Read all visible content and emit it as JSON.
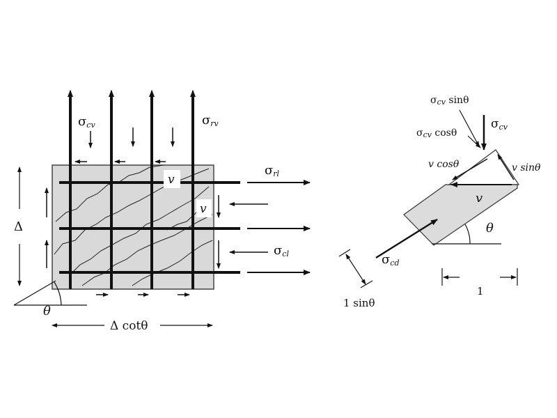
{
  "left_element": {
    "sigma_cv": {
      "main": "σ",
      "sub": "cv"
    },
    "sigma_rv": {
      "main": "σ",
      "sub": "rv"
    },
    "sigma_rl": {
      "main": "σ",
      "sub": "rl"
    },
    "sigma_cl": {
      "main": "σ",
      "sub": "cl"
    },
    "v_top": "v",
    "v_right": "v",
    "delta": "Δ",
    "theta": "θ",
    "delta_cot_theta": "Δ cotθ"
  },
  "right_element": {
    "sigma_cv_sin": {
      "main": "σ",
      "sub": "cv",
      "rest": " sinθ"
    },
    "sigma_cv_cos": {
      "main": "σ",
      "sub": "cv",
      "rest": " cosθ"
    },
    "sigma_cv": {
      "main": "σ",
      "sub": "cv"
    },
    "v_cos": "v cosθ",
    "v_sin": "v sinθ",
    "v": "v",
    "theta": "θ",
    "sigma_cd": {
      "main": "σ",
      "sub": "cd"
    },
    "one_sin_theta": "1 sinθ",
    "one": "1"
  }
}
